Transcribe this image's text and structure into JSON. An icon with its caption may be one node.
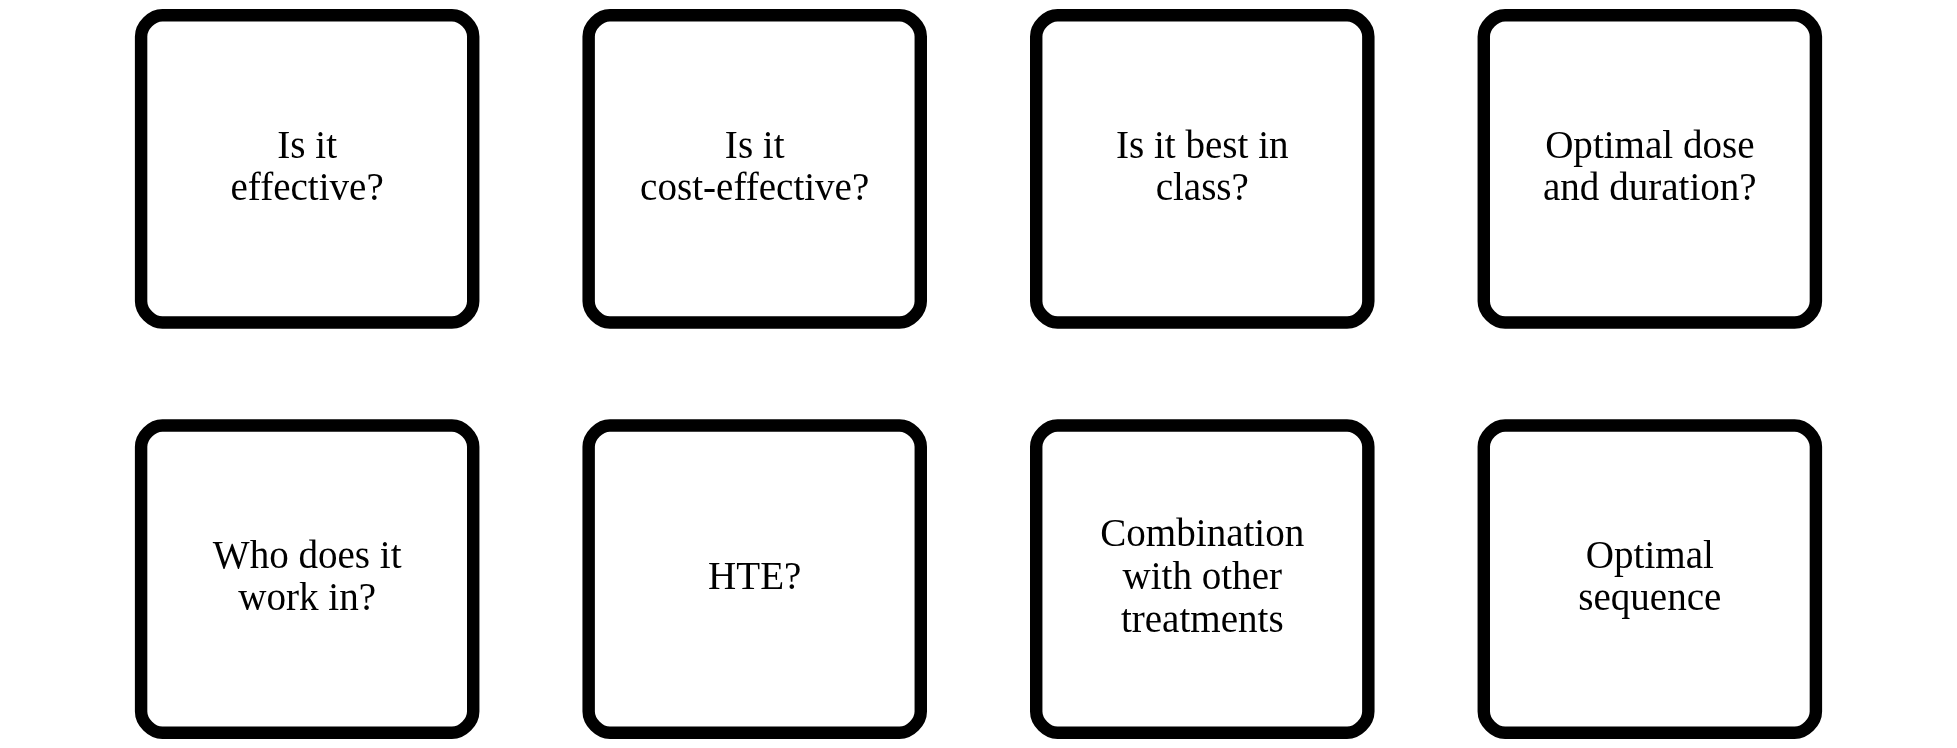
{
  "diagram": {
    "nodes": [
      {
        "text": [
          "Is it effective?"
        ]
      },
      {
        "text": [
          "Is it cost-effective?"
        ]
      },
      {
        "text": [
          "Is it best in class?"
        ]
      },
      {
        "text": [
          "Optimal dose and duration?"
        ]
      },
      {
        "text": [
          "Who does it work in?"
        ]
      },
      {
        "text": [
          "HTE?"
        ]
      },
      {
        "text": [
          "Combination with other treatments"
        ]
      },
      {
        "text": [
          "Optimal sequence"
        ]
      }
    ]
  }
}
